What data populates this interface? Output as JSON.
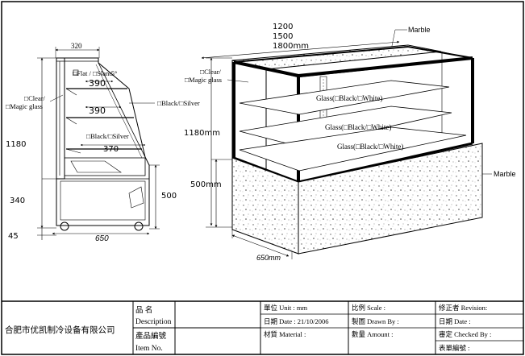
{
  "drawing": {
    "side_view": {
      "width_dim": "320",
      "height_dim": "1180",
      "base_dim": "340",
      "right_dim": "500",
      "foot_dim": "45",
      "depth_dim": "650",
      "shelf_top_option": "□Flat / □Slant5°",
      "shelf_top_width": "390",
      "shelf_mid_width": "390",
      "shelf_bottom_option": "□Black/□Silver",
      "shelf_bottom_width": "370",
      "glass_option_1": "□Clear/",
      "glass_option_2": "□Magic glass",
      "bracket_option": "□Black/□Silver"
    },
    "perspective_view": {
      "length_1": "1200",
      "length_2": "1500",
      "length_3": "1800mm",
      "marble_top": "Marble",
      "marble_side": "Marble",
      "glass_option_1": "□Clear/",
      "glass_option_2": "□Magic glass",
      "shelf_1": "Glass(□Black/□White)",
      "shelf_2": "Glass(□Black/□White)",
      "shelf_3": "Glass(□Black/□White)",
      "height_dim": "1180mm",
      "base_height": "500mm",
      "depth_dim": "650mm"
    }
  },
  "title_block": {
    "company": "合肥市优凯制冷设备有限公司",
    "description_cn": "品 名",
    "description_en": "Description",
    "item_no_cn": "產品編號",
    "item_no_en": "Item No.",
    "unit": "單位 Unit : mm",
    "date": "日期 Date : 21/10/2006",
    "material": "材質 Material :",
    "scale": "比例 Scale :",
    "drawn_by": "製圖 Drawn By :",
    "amount": "數量 Amount :",
    "revision": "修正者 Revision:",
    "date2": "日期 Date :",
    "checked_by": "審定 Checked By :",
    "form_no": "表單編號 :"
  }
}
